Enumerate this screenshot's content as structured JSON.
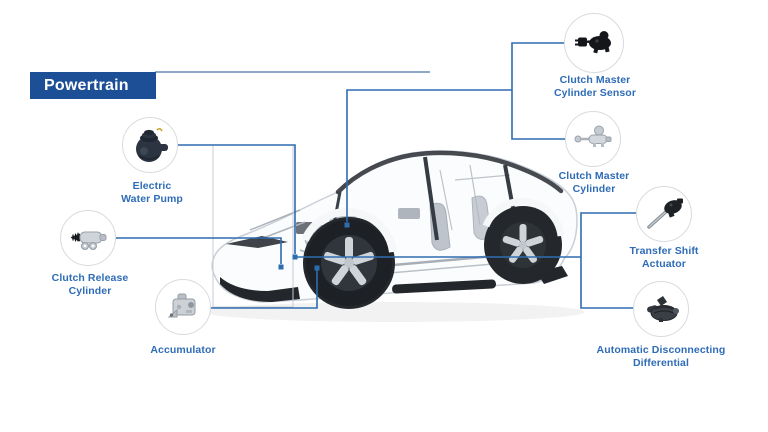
{
  "banner": {
    "label": "Powertrain"
  },
  "parts": [
    {
      "id": "clutch-master-cylinder-sensor",
      "label": "Clutch Master\nCylinder Sensor"
    },
    {
      "id": "clutch-master-cylinder",
      "label": "Clutch Master\nCylinder"
    },
    {
      "id": "transfer-shift-actuator",
      "label": "Transfer Shift\nActuator"
    },
    {
      "id": "automatic-disconnecting-differential",
      "label": "Automatic Disconnecting\nDifferential"
    },
    {
      "id": "electric-water-pump",
      "label": "Electric\nWater Pump"
    },
    {
      "id": "clutch-release-cylinder",
      "label": "Clutch Release\nCylinder"
    },
    {
      "id": "accumulator",
      "label": "Accumulator"
    }
  ],
  "image": {
    "description": "See-through cutaway render of a concept car, side view facing left, powertrain components highlighted"
  },
  "colors": {
    "banner_bg": "#1d4f96",
    "label_text": "#2f6cb7",
    "connector": "#2e6cb0",
    "circle_border": "#d7dbdf"
  }
}
